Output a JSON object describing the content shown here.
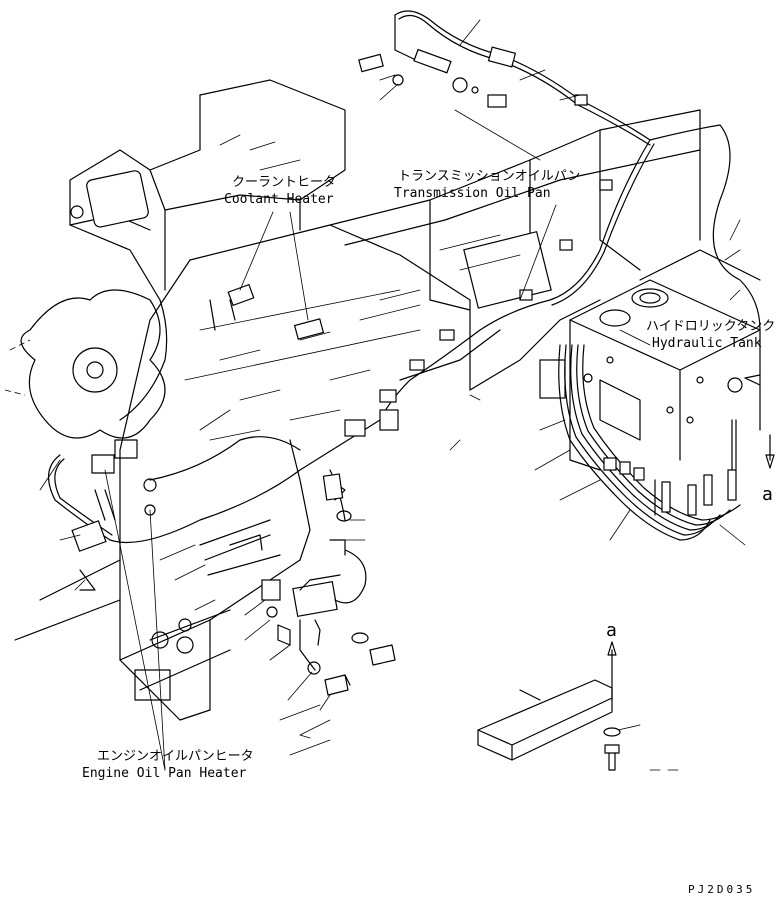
{
  "labels": {
    "coolant_heater_jp": "クーラントヒータ",
    "coolant_heater_en": "Coolant Heater",
    "trans_pan_jp": "トランスミッションオイルパン",
    "trans_pan_en": "Transmission Oil Pan",
    "hyd_tank_jp": "ハイドロリックタンク",
    "hyd_tank_en": "Hydraulic Tank",
    "oil_pan_heater_jp": "エンジンオイルパンヒータ",
    "oil_pan_heater_en": "Engine Oil Pan Heater",
    "view_a_top": "a",
    "view_a_side": "a",
    "drawing_code": "PJ2D035"
  }
}
